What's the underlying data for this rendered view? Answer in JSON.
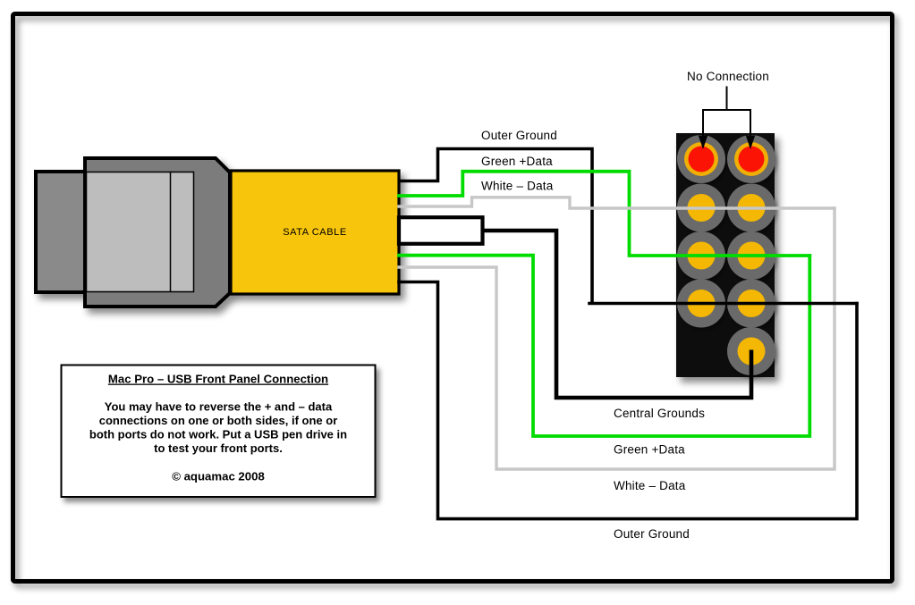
{
  "colors": {
    "frame_black": "#000000",
    "wire_black": "#000000",
    "wire_green": "#00DC00",
    "wire_white": "#C7C7C7",
    "sata_yellow": "#F8C507",
    "connector_dark_gray": "#8A8A8A",
    "connector_body_gray": "#7C7C7C",
    "connector_inner_gray": "#BDBDBD",
    "header_black": "#0C0C0C",
    "pin_surround_gray": "#6B6B6B",
    "pin_gold": "#F3B704",
    "pin_ring_gold": "#EFAF05",
    "pin_red": "#FB1405",
    "label_text": "#000000"
  },
  "sata_cable": {
    "label": "SATA CABLE"
  },
  "usb_header": {
    "no_connection_label": "No Connection"
  },
  "wire_labels_top": {
    "outer_ground": "Outer Ground",
    "green_data": "Green +Data",
    "white_data": "White – Data"
  },
  "wire_labels_bottom": {
    "central_grounds": "Central Grounds",
    "green_data": "Green +Data",
    "white_data": "White – Data",
    "outer_ground": "Outer Ground"
  },
  "info_box": {
    "title": "Mac Pro – USB Front Panel Connection",
    "lines": [
      "You may have to reverse the + and – data",
      "connections on one or both sides, if one or",
      "both ports do not work. Put a USB pen drive in",
      "to test your front ports."
    ],
    "copyright": "© aquamac 2008"
  }
}
